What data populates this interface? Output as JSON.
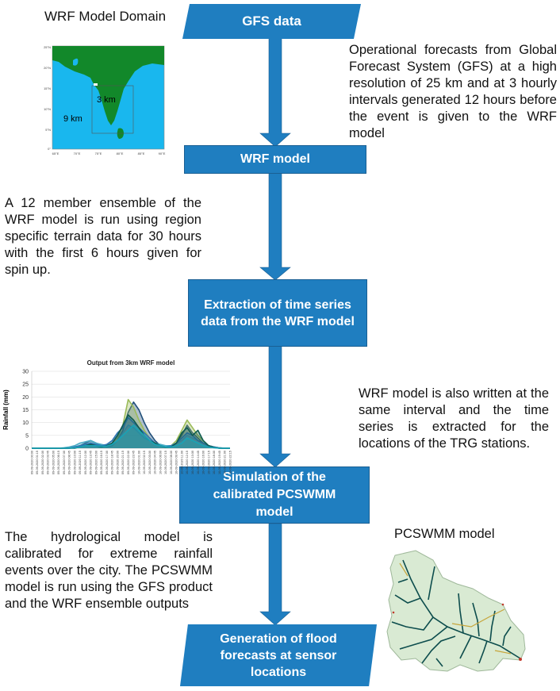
{
  "diagram": {
    "steps": {
      "gfs": "GFS data",
      "wrf": "WRF model",
      "extract": "Extraction of time series data from the WRF model",
      "sim": "Simulation of  the calibrated PCSWMM model",
      "gen": "Generation of  flood forecasts at sensor locations"
    },
    "notes": {
      "gfs_note": "Operational forecasts from Global Forecast System (GFS) at a high resolution of 25 km and at 3 hourly intervals generated 12 hours before the event is given to the WRF model",
      "ensemble_note": "A 12 member ensemble of the WRF model is run using region specific terrain data for 30 hours with the first 6 hours given for spin up.",
      "extract_note": "WRF model is also written at the same interval and the time series is extracted for the locations of the TRG stations.",
      "hydro_note": "The hydrological model is calibrated for extreme rainfall events over the city. The PCSWMM model is run using the GFS product and the WRF ensemble outputs"
    },
    "captions": {
      "domain": "WRF Model Domain",
      "pcswmm": "PCSWMM model"
    },
    "map": {
      "inner_label": "3 km",
      "outer_label": "9 km",
      "lat_ticks": [
        "25°N",
        "20°N",
        "15°N",
        "10°N",
        "5°N",
        "0°"
      ],
      "lon_ticks": [
        "65°E",
        "70°E",
        "75°E",
        "80°E",
        "85°E",
        "90°E"
      ]
    },
    "colors": {
      "box": "#1f7ec0",
      "arrow": "#1f7ec0",
      "ocean": "#19b7ee",
      "land": "#12882a"
    }
  },
  "chart_data": {
    "type": "line",
    "title": "Output from 3km WRF model",
    "ylabel": "Rainfall (mm)",
    "xlabel": "",
    "ylim": [
      0,
      30
    ],
    "yticks": [
      0,
      5,
      10,
      15,
      20,
      25,
      30
    ],
    "categories": [
      "09-09-2020 00:00",
      "09-09-2020 01:15",
      "09-09-2020 02:30",
      "09-09-2020 03:45",
      "09-09-2020 05:00",
      "09-09-2020 06:15",
      "09-09-2020 07:30",
      "09-09-2020 08:45",
      "09-09-2020 10:00",
      "09-09-2020 11:15",
      "09-09-2020 12:30",
      "09-09-2020 13:45",
      "09-09-2020 15:00",
      "09-09-2020 16:15",
      "09-09-2020 17:30",
      "09-09-2020 18:45",
      "09-09-2020 20:00",
      "09-09-2020 21:15",
      "09-09-2020 22:30",
      "09-09-2020 23:45",
      "10-09-2020 01:00",
      "10-09-2020 02:15",
      "10-09-2020 03:30",
      "10-09-2020 04:45",
      "10-09-2020 06:00",
      "10-09-2020 07:15",
      "10-09-2020 08:30",
      "10-09-2020 09:45",
      "10-09-2020 11:00",
      "10-09-2020 12:15",
      "10-09-2020 13:30",
      "10-09-2020 14:45",
      "10-09-2020 16:00",
      "10-09-2020 17:15",
      "10-09-2020 18:30",
      "10-09-2020 19:45",
      "10-09-2020 21:00",
      "10-09-2020 22:15"
    ],
    "series": [
      {
        "color": "#1f4e79",
        "values": [
          0,
          0,
          0,
          0,
          0,
          0,
          0,
          0,
          0.3,
          1,
          2,
          3,
          2,
          1,
          0.5,
          1,
          3,
          7,
          14,
          18,
          15,
          10,
          6,
          3,
          1,
          0.5,
          1,
          2,
          5,
          9,
          6,
          4,
          2,
          1,
          0.5,
          0.2,
          0,
          0
        ]
      },
      {
        "color": "#9bbb59",
        "values": [
          0,
          0,
          0,
          0,
          0,
          0,
          0,
          0.2,
          0.5,
          1,
          1.5,
          2,
          1.5,
          1,
          1,
          2,
          4,
          9,
          19,
          16,
          11,
          7,
          4,
          2,
          1,
          0.5,
          1,
          3,
          7,
          11,
          8,
          5,
          3,
          1,
          0.5,
          0,
          0,
          0
        ]
      },
      {
        "color": "#4bacc6",
        "values": [
          0,
          0,
          0,
          0,
          0,
          0,
          0.2,
          0.5,
          1,
          2,
          2.5,
          3,
          2,
          1.5,
          1,
          1.5,
          3,
          6,
          9,
          8,
          6,
          4,
          3,
          2,
          1.5,
          1,
          1,
          2,
          3,
          5,
          4,
          3,
          2,
          1,
          0.5,
          0.2,
          0,
          0
        ]
      },
      {
        "color": "#2e75b6",
        "values": [
          0,
          0,
          0,
          0,
          0,
          0,
          0,
          0,
          0.5,
          1,
          1.5,
          2,
          1.5,
          1,
          1.5,
          3,
          6,
          8,
          12,
          10,
          8,
          6,
          4,
          2,
          1,
          0.5,
          1,
          2,
          4,
          6,
          5,
          3,
          2,
          1,
          0.5,
          0,
          0,
          0
        ]
      },
      {
        "color": "#0e5a4f",
        "values": [
          0,
          0,
          0,
          0,
          0,
          0,
          0,
          0,
          0,
          0.5,
          1,
          1.5,
          1,
          0.5,
          1,
          2,
          5,
          9,
          13,
          11,
          8,
          5,
          3,
          2,
          1,
          0.3,
          0.5,
          2,
          6,
          8,
          5,
          7,
          3,
          1,
          0.3,
          0,
          0,
          0
        ]
      },
      {
        "color": "#17a3b6",
        "values": [
          0,
          0,
          0,
          0,
          0,
          0,
          0,
          0,
          0.2,
          0.5,
          1,
          1,
          1,
          0.8,
          0.8,
          1.5,
          3,
          5,
          7,
          9,
          7,
          5,
          3,
          1.5,
          1,
          0.5,
          0.5,
          1,
          2,
          4,
          3,
          2,
          1,
          0.5,
          0.2,
          0,
          0,
          0
        ]
      }
    ]
  }
}
